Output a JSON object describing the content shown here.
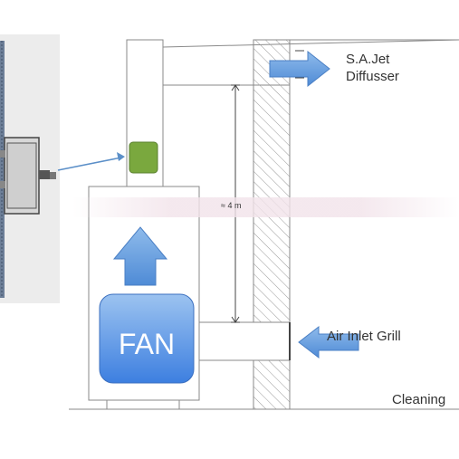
{
  "labels": {
    "outlet_line1": "S.A.Jet",
    "outlet_line2": "Diffusser",
    "inlet": "Air Inlet Grill",
    "height": "≈ 4 m",
    "fan": "FAN",
    "floor": "Cleaning"
  },
  "colors": {
    "arrow_blue": "#5b95d9",
    "fan_blue": "#3d7fe0",
    "sensor_green": "#7aa83e",
    "line": "#8a8a8a",
    "inset_bg": "#ececec"
  },
  "icons": [
    "sensor-device-icon",
    "airflow-arrow-icon"
  ]
}
